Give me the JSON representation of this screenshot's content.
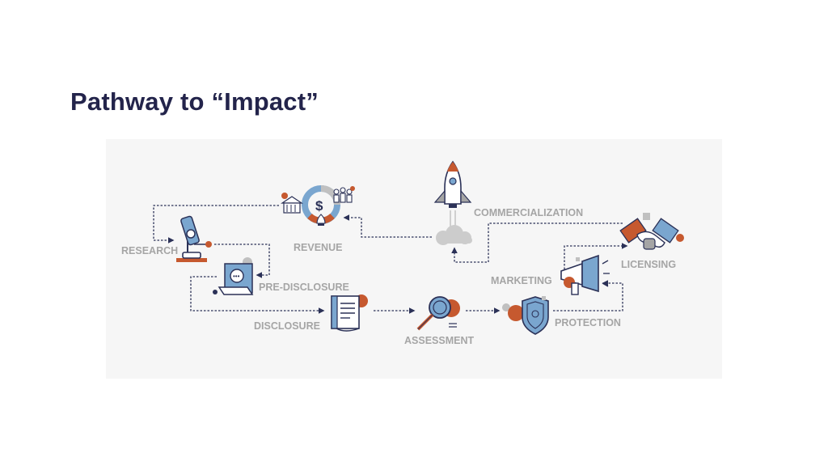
{
  "title": "Pathway to “Impact”",
  "colors": {
    "title": "#23244b",
    "navy": "#2b3157",
    "orange": "#c6592f",
    "blue": "#7aa6cf",
    "gray": "#a5a5a5",
    "panel": "#f6f6f6"
  },
  "stages": {
    "research": "RESEARCH",
    "revenue": "REVENUE",
    "commercialization": "COMMERCIALIZATION",
    "pre_disclosure": "PRE-DISCLOSURE",
    "disclosure": "DISCLOSURE",
    "assessment": "ASSESSMENT",
    "protection": "PROTECTION",
    "marketing": "MARKETING",
    "licensing": "LICENSING"
  },
  "icons": {
    "research": "microscope-icon",
    "pre_disclosure": "idea-document-icon",
    "disclosure": "document-icon",
    "assessment": "magnifying-glass-icon",
    "protection": "shield-icon",
    "marketing": "megaphone-icon",
    "licensing": "handshake-icon",
    "commercialization": "rocket-icon",
    "revenue": "revenue-cycle-icon"
  }
}
